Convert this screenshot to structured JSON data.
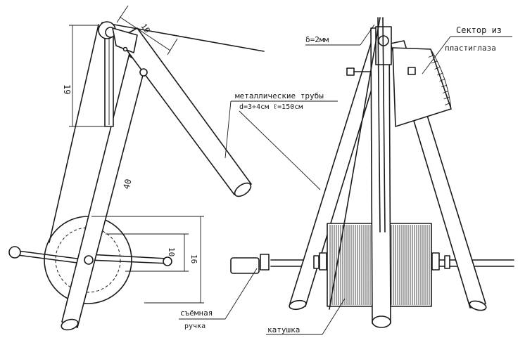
{
  "labels": {
    "dim_10_top": "10",
    "dim_19": "19",
    "dim_40": "40",
    "dim_10_right": "10",
    "dim_16": "16",
    "thickness": "δ=2мм",
    "sector_line1": "Сектор из",
    "sector_line2": "пластиглаза",
    "tubes_line1": "металлические трубы",
    "tubes_line2": "d=3÷4см  ℓ=150см",
    "handle_line1": "съёмная",
    "handle_line2": "ручка",
    "spool": "катушка"
  }
}
